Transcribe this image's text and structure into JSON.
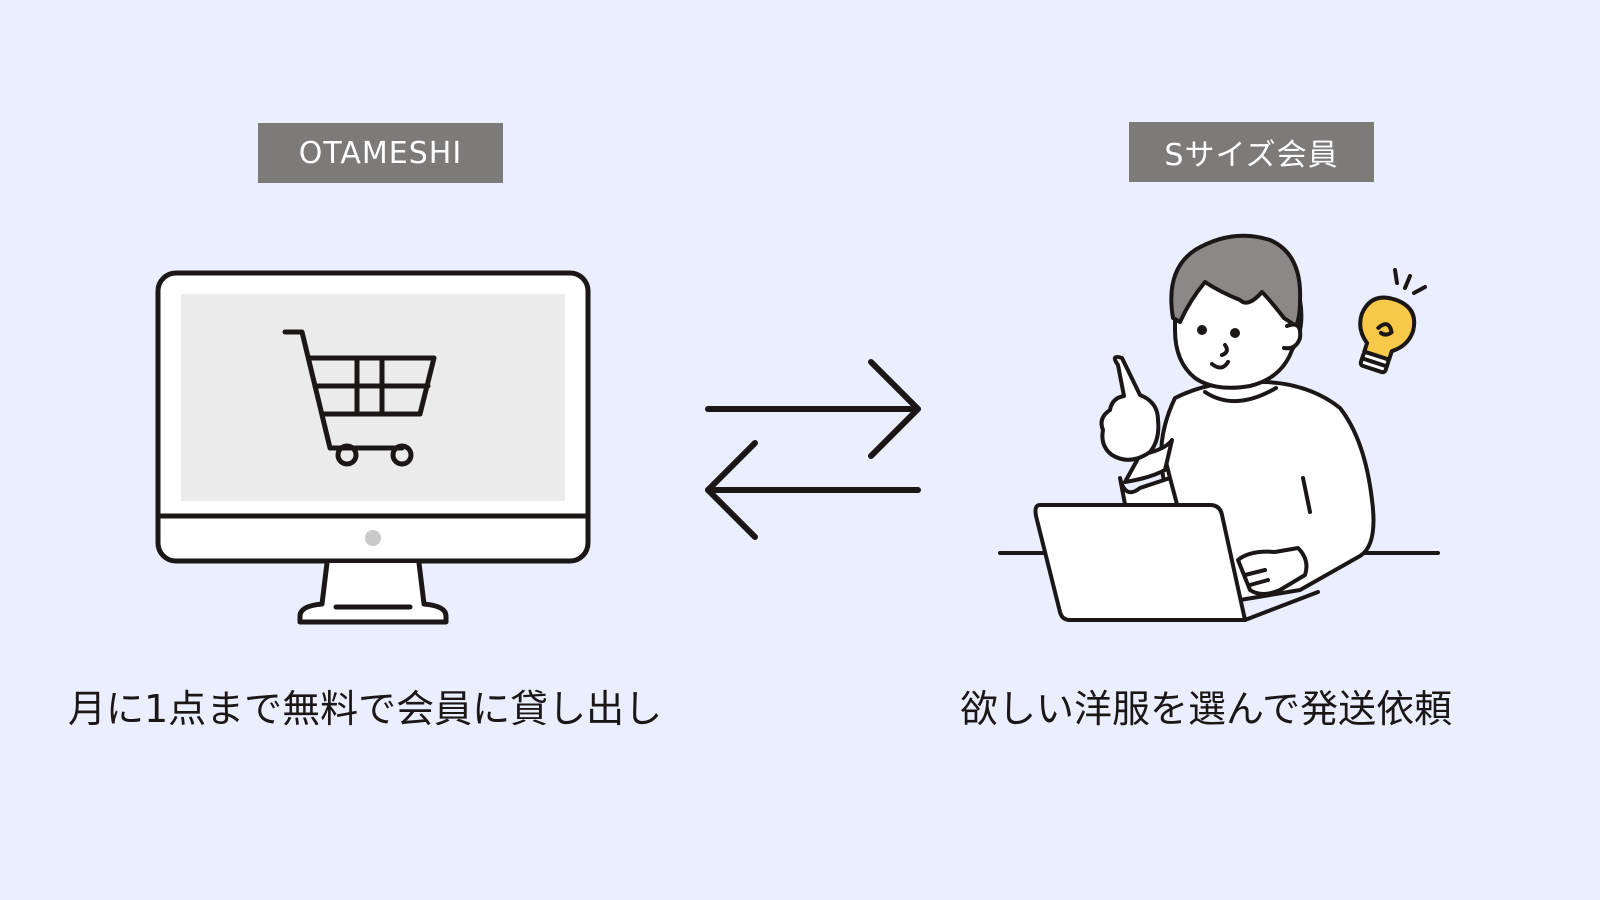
{
  "left": {
    "label": "OTAMESHI",
    "caption": "月に1点まで無料で会員に貸し出し"
  },
  "right": {
    "label": "Sサイズ会員",
    "caption": "欲しい洋服を選んで発送依頼"
  },
  "colors": {
    "background": "#eaeefe",
    "label_box": "#7d7a7a",
    "label_text": "#ffffff",
    "line": "#1c1717",
    "screen": "#ebebeb",
    "hair": "#8c8888",
    "bulb": "#f7c948"
  },
  "icons": {
    "monitor": "desktop-computer-icon",
    "cart": "shopping-cart-icon",
    "arrows": "exchange-arrows-icon",
    "person": "person-with-laptop-illustration",
    "bulb": "lightbulb-icon"
  }
}
